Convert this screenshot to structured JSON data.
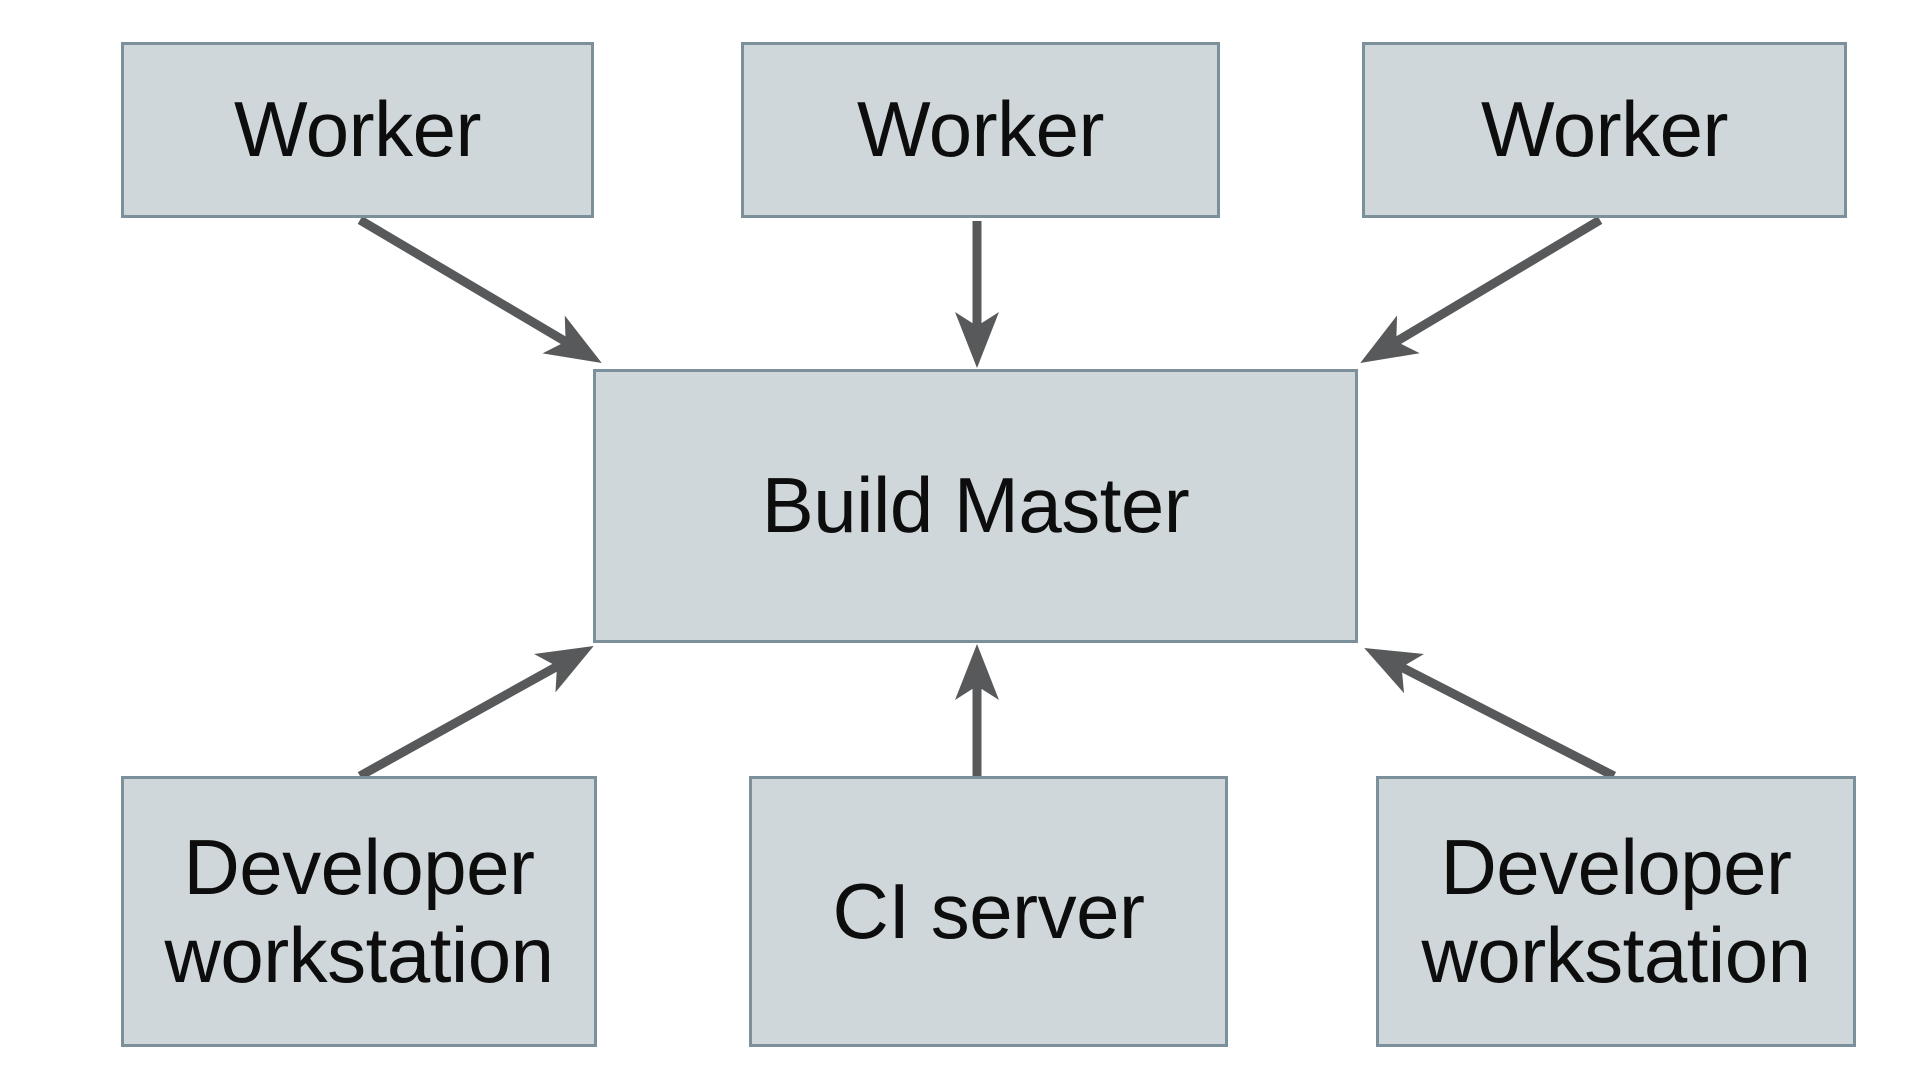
{
  "diagram": {
    "description": "Build farm architecture diagram: three Workers feed into a central Build Master; two Developer workstations and a CI server feed into the Build Master from below.",
    "nodes": {
      "worker1": {
        "label": "Worker"
      },
      "worker2": {
        "label": "Worker"
      },
      "worker3": {
        "label": "Worker"
      },
      "build_master": {
        "label": "Build Master"
      },
      "dev_workstation_left": {
        "label": "Developer workstation"
      },
      "ci_server": {
        "label": "CI server"
      },
      "dev_workstation_right": {
        "label": "Developer workstation"
      }
    },
    "edges": [
      {
        "from": "worker1",
        "to": "build_master"
      },
      {
        "from": "worker2",
        "to": "build_master"
      },
      {
        "from": "worker3",
        "to": "build_master"
      },
      {
        "from": "dev_workstation_left",
        "to": "build_master"
      },
      {
        "from": "ci_server",
        "to": "build_master"
      },
      {
        "from": "dev_workstation_right",
        "to": "build_master"
      }
    ]
  },
  "colors": {
    "node_fill": "#cfd7da",
    "node_border": "#7b909a",
    "arrow": "#58595a",
    "text": "#0d0d0d",
    "background": "#ffffff"
  }
}
